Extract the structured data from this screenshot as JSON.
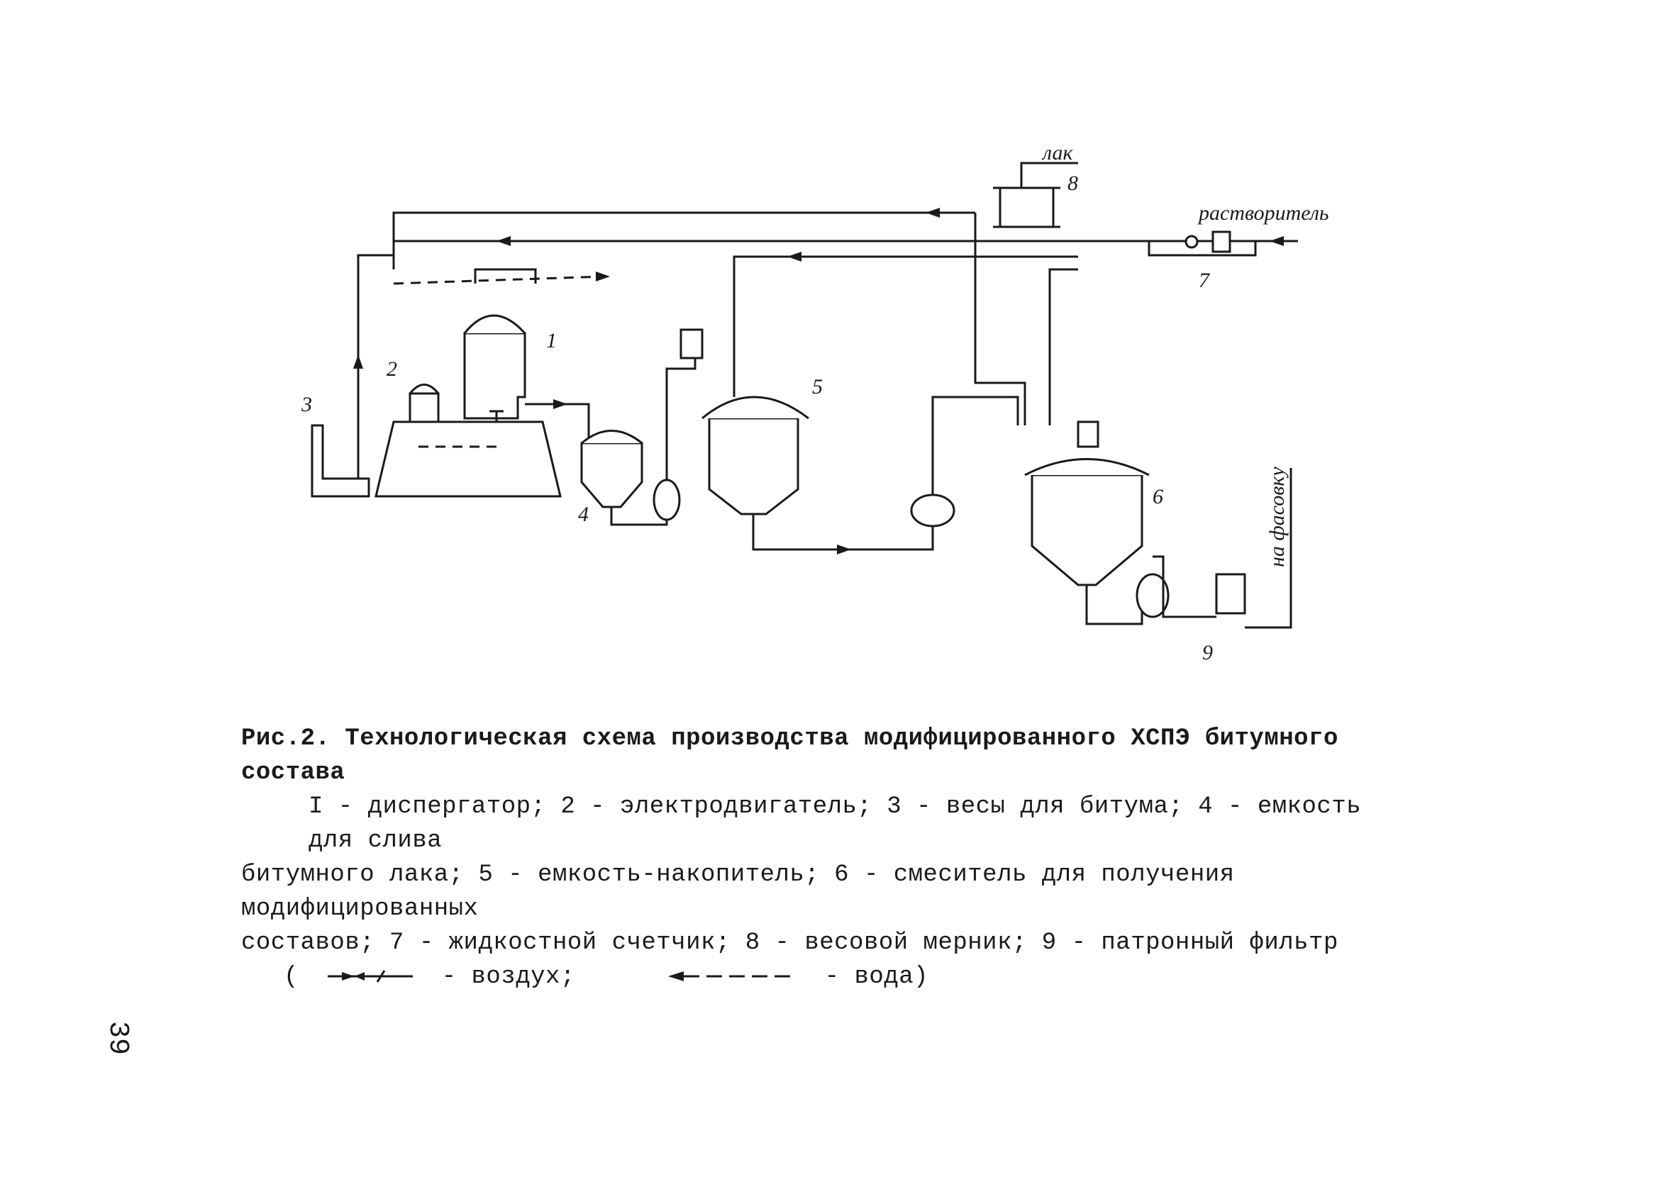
{
  "labels": {
    "lak": "лак",
    "rastvoritel": "растворитель",
    "na_fasovku": "на фасовку",
    "n1": "1",
    "n2": "2",
    "n3": "3",
    "n4": "4",
    "n5": "5",
    "n6": "6",
    "n7": "7",
    "n8": "8",
    "n9": "9"
  },
  "caption": {
    "title": "Рис.2. Технологическая схема производства модифицированного ХСПЭ битумного состава",
    "line1": "I - диспергатор; 2 - электродвигатель; 3 - весы для битума; 4 - емкость для слива",
    "line2": "битумного лака; 5 - емкость-накопитель; 6 - смеситель для получения модифицированных",
    "line3": "составов; 7 - жидкостной счетчик; 8 - весовой мерник; 9 - патронный фильтр",
    "legend_open": "(",
    "legend_air": "- воздух;",
    "legend_water": "- вода)"
  },
  "page_number": "39"
}
